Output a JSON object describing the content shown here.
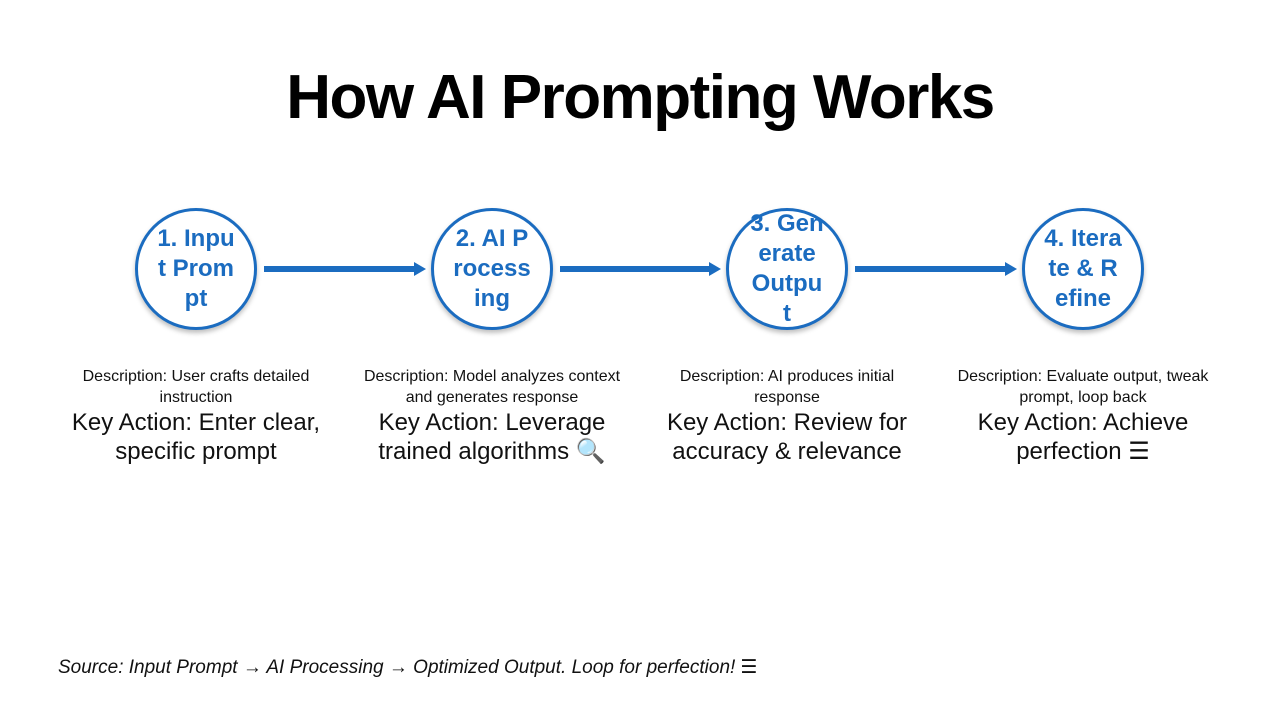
{
  "title": "How AI Prompting Works",
  "colors": {
    "accent": "#1b6cc0",
    "text": "#111111"
  },
  "steps": [
    {
      "label": "1. Input Prompt",
      "description": "Description: User crafts detailed instruction",
      "key_action": "Key Action: Enter clear, specific prompt"
    },
    {
      "label": "2. AI Processing",
      "description": "Description: Model analyzes context and generates response",
      "key_action": "Key Action: Leverage trained algorithms 🔍"
    },
    {
      "label": "3. Generate Output",
      "description": "Description: AI produces initial response",
      "key_action": "Key Action: Review for accuracy & relevance"
    },
    {
      "label": "4. Iterate & Refine",
      "description": "Description: Evaluate output, tweak prompt, loop back",
      "key_action": "Key Action: Achieve perfection ☰"
    }
  ],
  "source": "Source: Input Prompt → AI Processing → Optimized Output. Loop for perfection! ☰"
}
